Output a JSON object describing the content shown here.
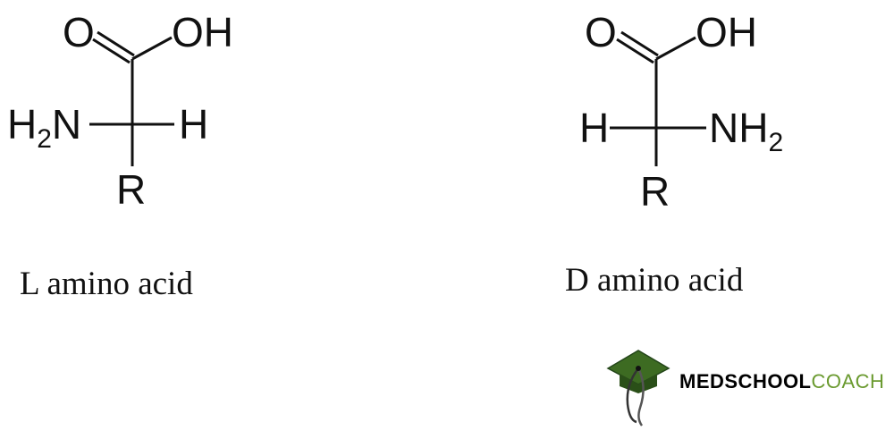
{
  "l_amino": {
    "carbonyl_o": "O",
    "hydroxyl": "OH",
    "amine": "H2N",
    "amine_h": "H",
    "amine_n": "N",
    "amine_sub": "2",
    "hydrogen": "H",
    "r_group": "R",
    "caption": "L amino acid"
  },
  "d_amino": {
    "carbonyl_o": "O",
    "hydroxyl": "OH",
    "hydrogen": "H",
    "amine": "NH2",
    "amine_nh": "NH",
    "amine_sub": "2",
    "r_group": "R",
    "caption": "D amino acid"
  },
  "logo": {
    "text_part1": "MEDSCHOOL",
    "text_part2": "COACH",
    "colors": {
      "dark": "#1a1a1a",
      "accent": "#6a9a2f",
      "cap": "#2f5a1a"
    }
  }
}
